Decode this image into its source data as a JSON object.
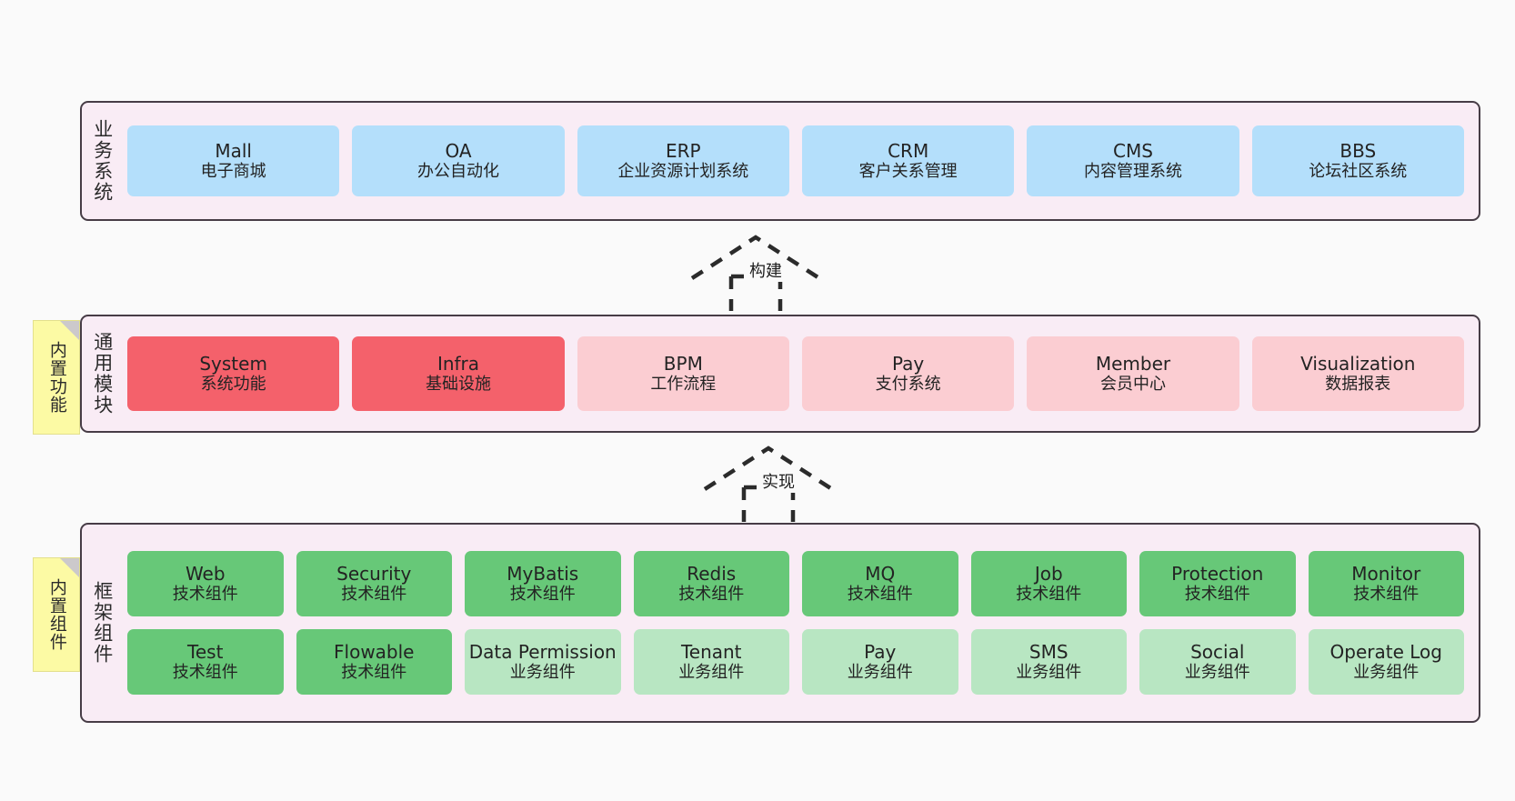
{
  "bands": [
    {
      "id": "business",
      "label": "业务系统",
      "cards": [
        {
          "title": "Mall",
          "subtitle": "电子商城",
          "tone": "blue"
        },
        {
          "title": "OA",
          "subtitle": "办公自动化",
          "tone": "blue"
        },
        {
          "title": "ERP",
          "subtitle": "企业资源计划系统",
          "tone": "blue"
        },
        {
          "title": "CRM",
          "subtitle": "客户关系管理",
          "tone": "blue"
        },
        {
          "title": "CMS",
          "subtitle": "内容管理系统",
          "tone": "blue"
        },
        {
          "title": "BBS",
          "subtitle": "论坛社区系统",
          "tone": "blue"
        }
      ]
    },
    {
      "id": "modules",
      "label": "通用模块",
      "cards": [
        {
          "title": "System",
          "subtitle": "系统功能",
          "tone": "red"
        },
        {
          "title": "Infra",
          "subtitle": "基础设施",
          "tone": "red"
        },
        {
          "title": "BPM",
          "subtitle": "工作流程",
          "tone": "pink"
        },
        {
          "title": "Pay",
          "subtitle": "支付系统",
          "tone": "pink"
        },
        {
          "title": "Member",
          "subtitle": "会员中心",
          "tone": "pink"
        },
        {
          "title": "Visualization",
          "subtitle": "数据报表",
          "tone": "pink"
        }
      ]
    },
    {
      "id": "framework",
      "label": "框架组件",
      "rows": [
        [
          {
            "title": "Web",
            "subtitle": "技术组件",
            "tone": "green"
          },
          {
            "title": "Security",
            "subtitle": "技术组件",
            "tone": "green"
          },
          {
            "title": "MyBatis",
            "subtitle": "技术组件",
            "tone": "green"
          },
          {
            "title": "Redis",
            "subtitle": "技术组件",
            "tone": "green"
          },
          {
            "title": "MQ",
            "subtitle": "技术组件",
            "tone": "green"
          },
          {
            "title": "Job",
            "subtitle": "技术组件",
            "tone": "green"
          },
          {
            "title": "Protection",
            "subtitle": "技术组件",
            "tone": "green"
          },
          {
            "title": "Monitor",
            "subtitle": "技术组件",
            "tone": "green"
          }
        ],
        [
          {
            "title": "Test",
            "subtitle": "技术组件",
            "tone": "green"
          },
          {
            "title": "Flowable",
            "subtitle": "技术组件",
            "tone": "green"
          },
          {
            "title": "Data Permission",
            "subtitle": "业务组件",
            "tone": "lgreen"
          },
          {
            "title": "Tenant",
            "subtitle": "业务组件",
            "tone": "lgreen"
          },
          {
            "title": "Pay",
            "subtitle": "业务组件",
            "tone": "lgreen"
          },
          {
            "title": "SMS",
            "subtitle": "业务组件",
            "tone": "lgreen"
          },
          {
            "title": "Social",
            "subtitle": "业务组件",
            "tone": "lgreen"
          },
          {
            "title": "Operate Log",
            "subtitle": "业务组件",
            "tone": "lgreen"
          }
        ]
      ]
    }
  ],
  "notes": [
    {
      "id": "builtin-func",
      "text": "内置功能"
    },
    {
      "id": "builtin-comp",
      "text": "内置组件"
    }
  ],
  "arrows": [
    {
      "id": "build",
      "label": "构建"
    },
    {
      "id": "impl",
      "label": "实现"
    }
  ],
  "colors": {
    "canvas": "#fafafa",
    "band_bg": "#f9ecf5",
    "band_border": "#473c46",
    "blue": "#b4dffb",
    "red": "#f4616b",
    "pink": "#fbcdd2",
    "green": "#67c878",
    "light_green": "#b8e6c2",
    "note": "#fcfaa4",
    "note_fold": "#ccc9cb",
    "text": "#232323"
  }
}
